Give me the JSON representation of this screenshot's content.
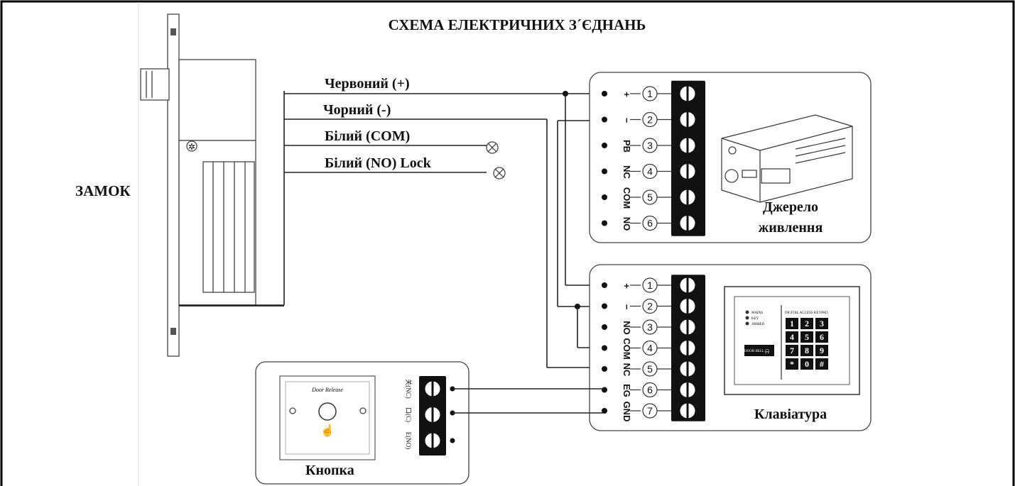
{
  "title": "СХЕМА ЕЛЕКТРИЧНИХ З´ЄДНАНЬ",
  "lock": {
    "label": "ЗАМОК"
  },
  "wires": {
    "red": "Червоний (+)",
    "black": "Чорний (-)",
    "white_com": "Білий (COM)",
    "white_no": "Білий (NO) Lock"
  },
  "power_supply": {
    "label_line1": "Джерело",
    "label_line2": "живлення",
    "terminals": [
      {
        "label": "+",
        "num": "1"
      },
      {
        "label": "−",
        "num": "2"
      },
      {
        "label": "PB",
        "num": "3"
      },
      {
        "label": "NC",
        "num": "4"
      },
      {
        "label": "COM",
        "num": "5"
      },
      {
        "label": "NO",
        "num": "6"
      }
    ]
  },
  "keypad": {
    "label": "Клавіатура",
    "terminals": [
      {
        "label": "+",
        "num": "1"
      },
      {
        "label": "−",
        "num": "2"
      },
      {
        "label": "NO",
        "num": "3"
      },
      {
        "label": "COM",
        "num": "4"
      },
      {
        "label": "NC",
        "num": "5"
      },
      {
        "label": "EG",
        "num": "6"
      },
      {
        "label": "GND",
        "num": "7"
      }
    ],
    "device_heading": "DIGITAL ACCESS KEYPAD",
    "leds": [
      "MAINS",
      "KEY",
      "ARMED"
    ],
    "doorbell": "DOOR BELL",
    "keys": [
      "1",
      "2",
      "3",
      "4",
      "5",
      "6",
      "7",
      "8",
      "9",
      "*",
      "0",
      "#"
    ]
  },
  "button": {
    "label": "Кнопка",
    "plate_text": "Door Release",
    "terminals": [
      "关(NC)",
      "口(C)",
      "E(NO)"
    ]
  }
}
